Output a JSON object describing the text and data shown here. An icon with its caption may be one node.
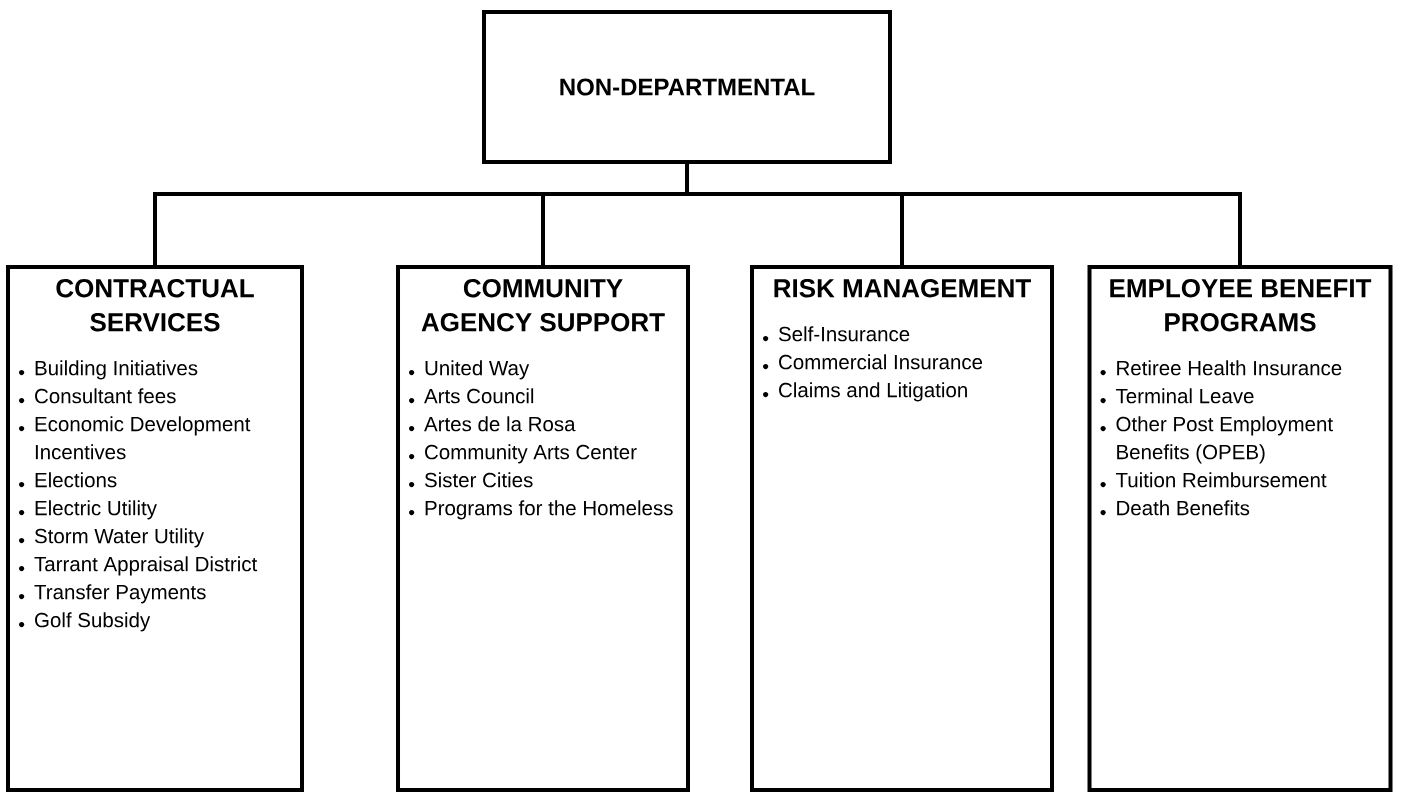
{
  "diagram": {
    "nodes": [
      {
        "text": [
          "NON-DEPARTMENTAL"
        ]
      },
      {
        "text": [
          "CONTRACTUAL SERVICES",
          "Building Initiatives",
          "Consultant fees",
          "Economic Development Incentives",
          "Elections",
          "Electric Utility",
          "Storm Water Utility",
          "Tarrant Appraisal District",
          "Transfer Payments",
          "Golf Subsidy"
        ]
      },
      {
        "text": [
          "COMMUNITY AGENCY SUPPORT",
          "United Way",
          "Arts Council",
          "Artes de la Rosa",
          "Community Arts Center",
          "Sister Cities",
          "Programs for the Homeless"
        ]
      },
      {
        "text": [
          "RISK MANAGEMENT",
          "Self-Insurance",
          "Commercial Insurance",
          "Claims and Litigation"
        ]
      },
      {
        "text": [
          "EMPLOYEE BENEFIT PROGRAMS",
          "Retiree Health Insurance",
          "Terminal Leave",
          "Other Post Employment Benefits (OPEB)",
          "Tuition Reimbursement",
          "Death Benefits"
        ]
      }
    ],
    "edges": [
      {
        "from": 0,
        "to": 1,
        "arrow": "none"
      },
      {
        "from": 0,
        "to": 2,
        "arrow": "none"
      },
      {
        "from": 0,
        "to": 3,
        "arrow": "none"
      },
      {
        "from": 0,
        "to": 4,
        "arrow": "none"
      }
    ]
  }
}
